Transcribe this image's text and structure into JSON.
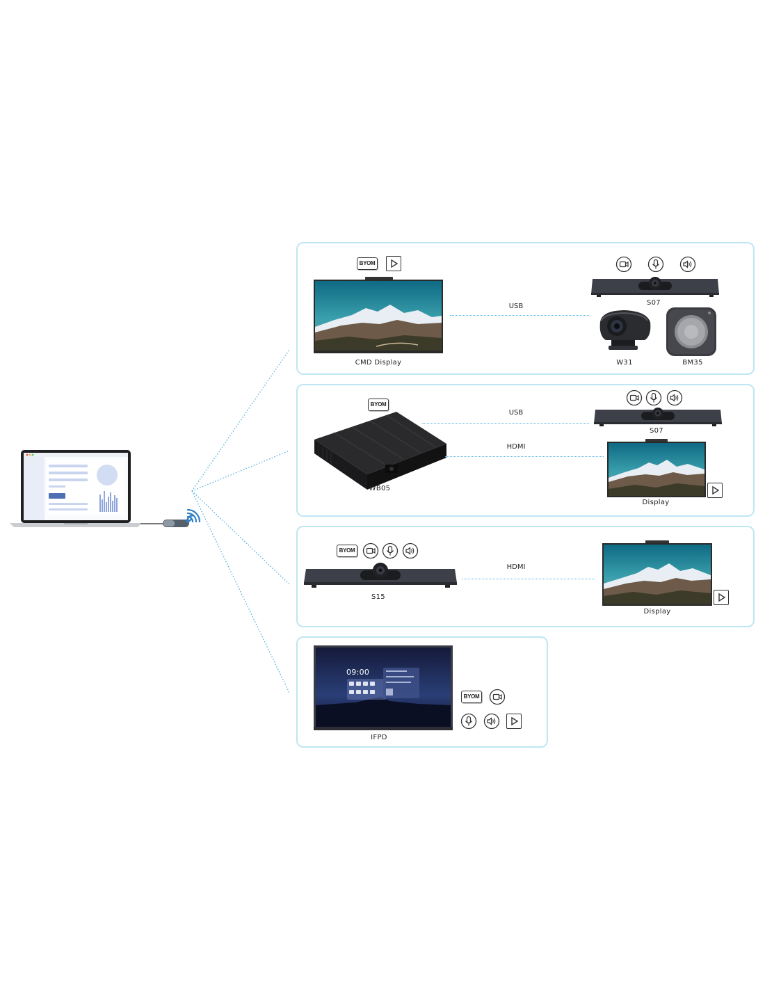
{
  "panels": {
    "cmd": {
      "device_label": "CMD Display",
      "connection": "USB",
      "badge": "BYOM",
      "peripherals": {
        "bar": "S07",
        "webcam": "W31",
        "speaker": "BM35"
      }
    },
    "wb05": {
      "device_label": "WB05",
      "badge": "BYOM",
      "conn_usb": "USB",
      "conn_hdmi": "HDMI",
      "bar": "S07",
      "display": "Display"
    },
    "s15": {
      "device_label": "S15",
      "badge": "BYOM",
      "connection": "HDMI",
      "display": "Display"
    },
    "ifpd": {
      "device_label": "IFPD",
      "badge": "BYOM",
      "screen_time": "09:00"
    }
  },
  "colors": {
    "panel_border": "#bfe6f3",
    "dotted_line": "#5bb3e0",
    "wifi": "#2f7fc6"
  }
}
